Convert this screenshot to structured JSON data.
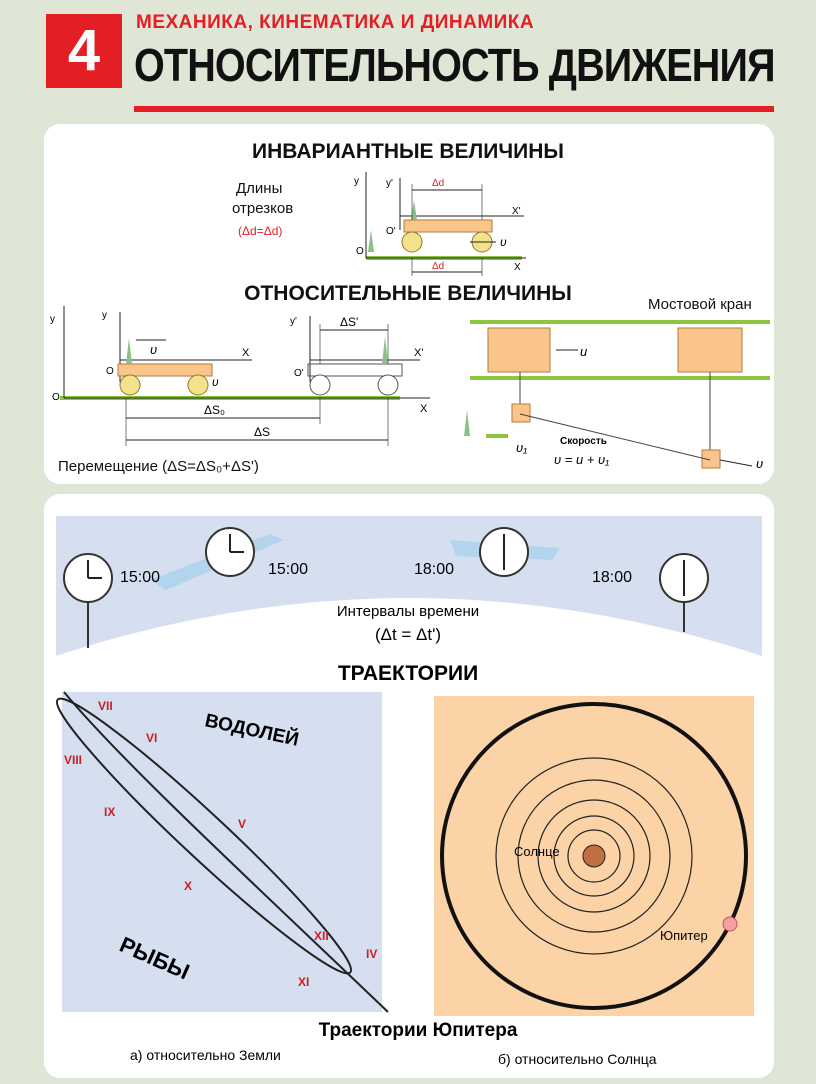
{
  "header": {
    "number": "4",
    "subject": "МЕХАНИКА, КИНЕМАТИКА И ДИНАМИКА",
    "title": "ОТНОСИТЕЛЬНОСТЬ ДВИЖЕНИЯ"
  },
  "invariant": {
    "heading": "ИНВАРИАНТНЫЕ ВЕЛИЧИНЫ",
    "length_label_1": "Длины",
    "length_label_2": "отрезков",
    "length_formula": "(Δd=Δd)",
    "delta_d": "Δd",
    "axis_y": "y",
    "axis_y_prime": "y'",
    "axis_x": "X",
    "axis_x_prime": "X'",
    "origin": "O",
    "origin_prime": "O'",
    "velocity": "υ"
  },
  "relative": {
    "heading": "ОТНОСИТЕЛЬНЫЕ ВЕЛИЧИНЫ",
    "crane_label": "Мостовой кран",
    "ds_prime": "ΔS'",
    "ds_zero": "ΔS₀",
    "ds": "ΔS",
    "displacement": "Перемещение  (ΔS=ΔS₀+ΔS')",
    "velocity_u": "u",
    "velocity_v1": "υ₁",
    "velocity_v": "υ",
    "speed_label": "Скорость",
    "speed_formula": "υ = u + υ₁"
  },
  "time": {
    "times": [
      "15:00",
      "15:00",
      "18:00",
      "18:00"
    ],
    "interval_label": "Интервалы времени",
    "interval_formula": "(Δt = Δt')"
  },
  "trajectories": {
    "heading": "ТРАЕКТОРИИ",
    "caption": "Траектории Юпитера",
    "earth_label": "а) относительно Земли",
    "sun_label": "б) относительно Солнца",
    "aquarius": "ВОДОЛЕЙ",
    "pisces": "РЫБЫ",
    "months": [
      "VII",
      "VI",
      "VIII",
      "IX",
      "V",
      "X",
      "XII",
      "IV",
      "XI"
    ],
    "sun": "Солнце",
    "jupiter": "Юпитер"
  }
}
